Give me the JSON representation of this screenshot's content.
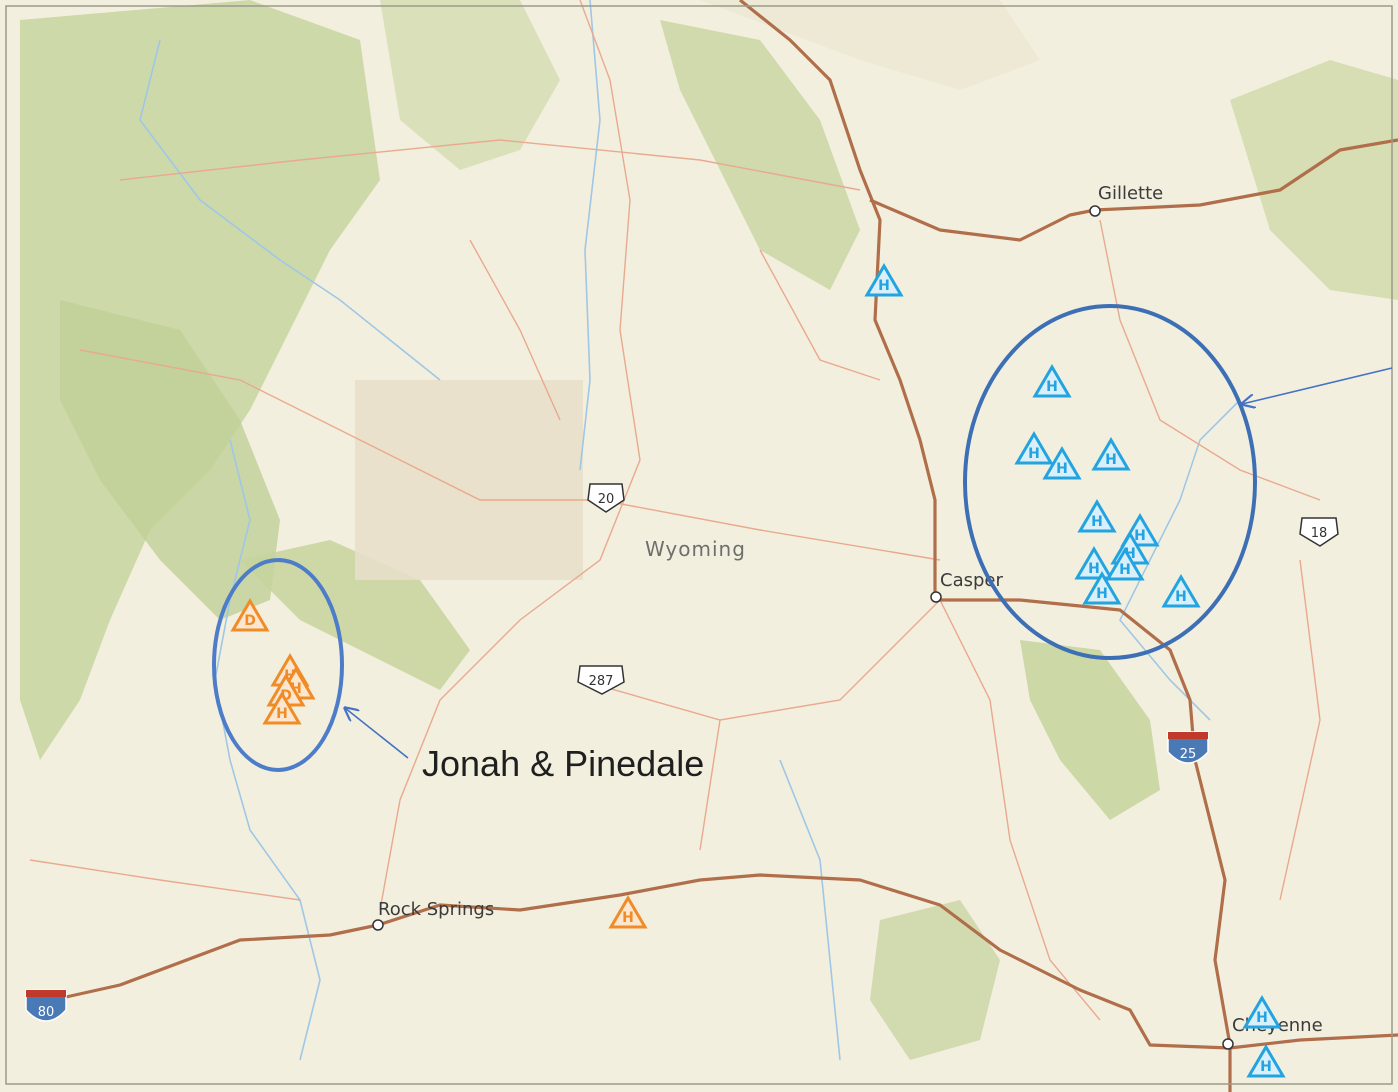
{
  "map": {
    "state_label": "Wyoming",
    "cities": {
      "gillette": "Gillette",
      "casper": "Casper",
      "rock_springs": "Rock Springs",
      "cheyenne": "Cheyenne"
    },
    "route_shields": {
      "us20": "20",
      "us287": "287",
      "us18": "18",
      "i25": "25",
      "i80": "80"
    },
    "annotation": "Jonah & Pinedale",
    "marker_letters": {
      "hub": "H",
      "dist": "D"
    },
    "colors": {
      "blue_marker": "#23a3e0",
      "orange_marker": "#f08c28",
      "highway": "#b06e4a",
      "road": "#e9a98f",
      "circle": "#3d6fb5",
      "terrain_green": "#c9d6a3",
      "land": "#f3efde"
    }
  }
}
